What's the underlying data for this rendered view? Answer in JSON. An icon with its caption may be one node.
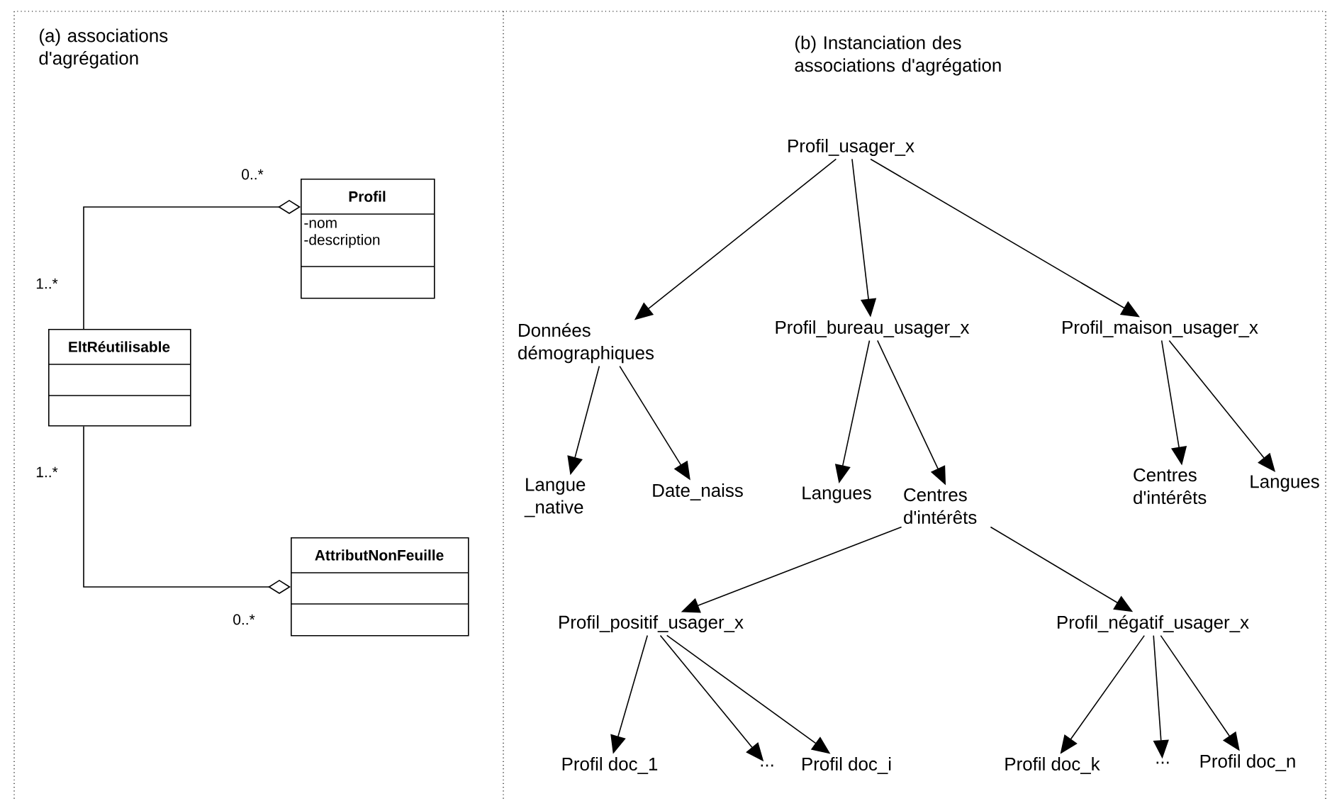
{
  "diagram": {
    "nodes": [
      {
        "text": [
          "Profil",
          "-nom",
          "-description"
        ]
      },
      {
        "text": [
          "EltRéutilisable"
        ]
      },
      {
        "text": [
          "AttributNonFeuille"
        ]
      },
      {
        "text": [
          "Profil_usager_x"
        ]
      },
      {
        "text": [
          "Données démographiques"
        ]
      },
      {
        "text": [
          "Profil_bureau_usager_x"
        ]
      },
      {
        "text": [
          "Profil_maison_usager_x"
        ]
      },
      {
        "text": [
          "Langue _native"
        ]
      },
      {
        "text": [
          "Date_naiss"
        ]
      },
      {
        "text": [
          "Langues"
        ]
      },
      {
        "text": [
          "Centres d'intérêts"
        ]
      },
      {
        "text": [
          "Centres d'intérêts"
        ]
      },
      {
        "text": [
          "Langues"
        ]
      },
      {
        "text": [
          "Profil_positif_usager_x"
        ]
      },
      {
        "text": [
          "Profil_négatif_usager_x"
        ]
      },
      {
        "text": [
          "Profil doc_1"
        ]
      },
      {
        "text": [
          "..."
        ]
      },
      {
        "text": [
          "Profil doc_i"
        ]
      },
      {
        "text": [
          "Profil doc_k"
        ]
      },
      {
        "text": [
          "..."
        ]
      },
      {
        "text": [
          "Profil doc_n"
        ]
      }
    ],
    "edges": [
      {
        "from": 1,
        "to": 0,
        "arrow": "other"
      },
      {
        "from": 1,
        "to": 2,
        "arrow": "other"
      },
      {
        "from": 3,
        "to": 4,
        "arrow": "to"
      },
      {
        "from": 3,
        "to": 5,
        "arrow": "to"
      },
      {
        "from": 3,
        "to": 6,
        "arrow": "to"
      },
      {
        "from": 4,
        "to": 7,
        "arrow": "to"
      },
      {
        "from": 4,
        "to": 8,
        "arrow": "to"
      },
      {
        "from": 5,
        "to": 9,
        "arrow": "to"
      },
      {
        "from": 5,
        "to": 10,
        "arrow": "to"
      },
      {
        "from": 6,
        "to": 11,
        "arrow": "to"
      },
      {
        "from": 6,
        "to": 12,
        "arrow": "to"
      },
      {
        "from": 10,
        "to": 13,
        "arrow": "to"
      },
      {
        "from": 10,
        "to": 14,
        "arrow": "to"
      },
      {
        "from": 13,
        "to": 15,
        "arrow": "to"
      },
      {
        "from": 13,
        "to": 16,
        "arrow": "to"
      },
      {
        "from": 13,
        "to": 17,
        "arrow": "to"
      },
      {
        "from": 14,
        "to": 18,
        "arrow": "to"
      },
      {
        "from": 14,
        "to": 19,
        "arrow": "to"
      },
      {
        "from": 14,
        "to": 20,
        "arrow": "to"
      }
    ],
    "labels": [
      "(a) associations d'agrégation",
      "0..*",
      "1..*",
      "1..*",
      "0..*",
      "(b) Instanciation des associations d'agrégation"
    ]
  }
}
